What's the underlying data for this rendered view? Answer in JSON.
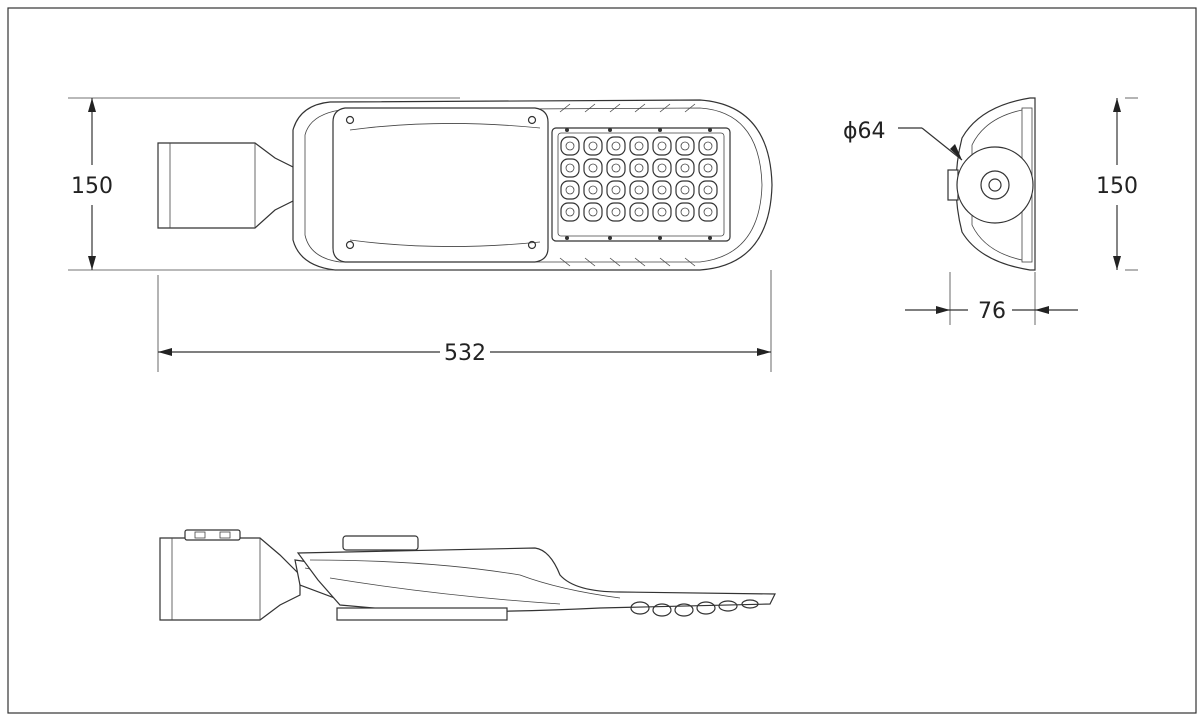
{
  "dimensions": {
    "top_view_length": "532",
    "top_view_width": "150",
    "end_view_height": "150",
    "end_view_width": "76",
    "spigot_diameter": "ϕ64"
  },
  "led_grid": {
    "rows": 4,
    "cols": 7
  }
}
